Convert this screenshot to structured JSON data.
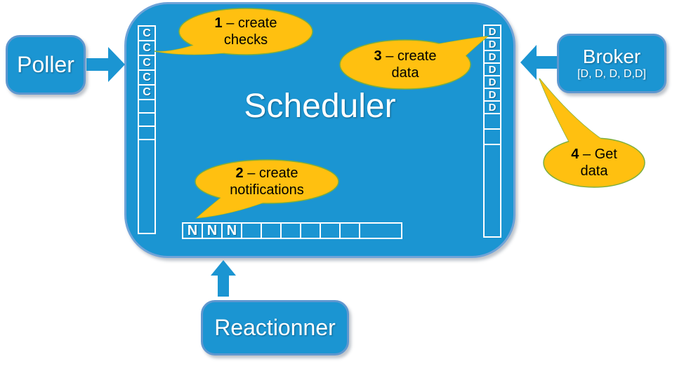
{
  "colors": {
    "node_blue": "#1B95D2",
    "node_border_blue": "#5f97cf",
    "callout_gold": "#FFC010",
    "callout_border_green": "#7CAE3E",
    "queue_cell_border": "#ffffff",
    "text_on_blue": "#ffffff",
    "text_on_gold": "#000000"
  },
  "nodes": {
    "scheduler": {
      "label": "Scheduler"
    },
    "poller": {
      "label": "Poller"
    },
    "broker": {
      "label": "Broker",
      "sublabel": "[D, D, D, D,D]"
    },
    "reactionner": {
      "label": "Reactionner"
    }
  },
  "queues": {
    "checks": {
      "cells": [
        "C",
        "C",
        "C",
        "C",
        "C",
        "",
        "",
        "",
        ""
      ]
    },
    "data": {
      "cells": [
        "D",
        "D",
        "D",
        "D",
        "D",
        "D",
        "D",
        "",
        "",
        ""
      ]
    },
    "notifications": {
      "cells": [
        "N",
        "N",
        "N",
        "",
        "",
        "",
        "",
        "",
        "",
        ""
      ]
    }
  },
  "callouts": [
    {
      "num": "1",
      "text": "– create",
      "line2": "checks"
    },
    {
      "num": "2",
      "text": "– create",
      "line2": "notifications"
    },
    {
      "num": "3",
      "text": "– create",
      "line2": "data"
    },
    {
      "num": "4",
      "text": "– Get",
      "line2": "data"
    }
  ],
  "icons": {
    "poller_arrow": "arrow-right",
    "broker_arrow": "arrow-left",
    "reactionner_arrow": "arrow-up",
    "callout_shape": "speech-bubble"
  }
}
